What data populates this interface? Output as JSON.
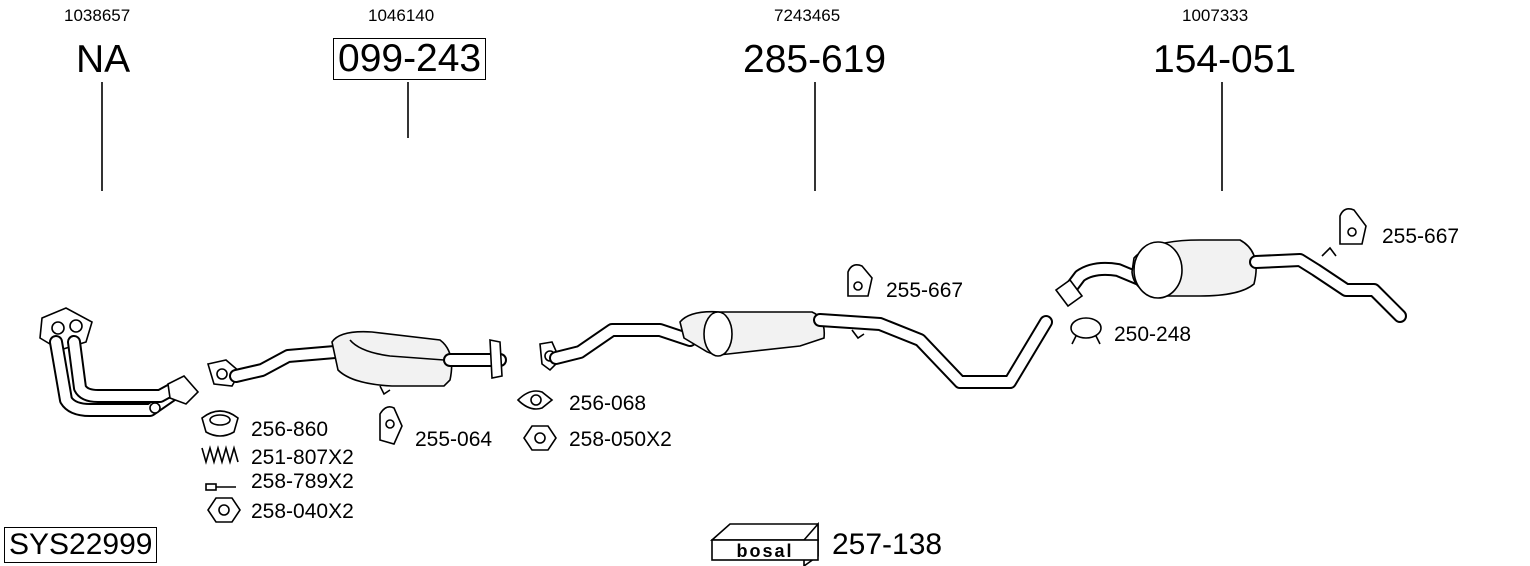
{
  "sections": [
    {
      "oem": "1038657",
      "code": "NA",
      "boxed": false
    },
    {
      "oem": "1046140",
      "code": "099-243",
      "boxed": true
    },
    {
      "oem": "7243465",
      "code": "285-619",
      "boxed": false
    },
    {
      "oem": "1007333",
      "code": "154-051",
      "boxed": false
    }
  ],
  "accessories": {
    "hanger_mid": "255-667",
    "hanger_rear": "255-667",
    "clamp": "250-248",
    "gasket_mid": "256-068",
    "nut_mid": "258-050X2",
    "hanger_cat": "255-064",
    "ring_front": "256-860",
    "spring_front": "251-807X2",
    "bolt_front": "258-789X2",
    "nut_front": "258-040X2"
  },
  "system_code": "SYS22999",
  "brand": {
    "logo_text": "bosal",
    "code": "257-138"
  }
}
